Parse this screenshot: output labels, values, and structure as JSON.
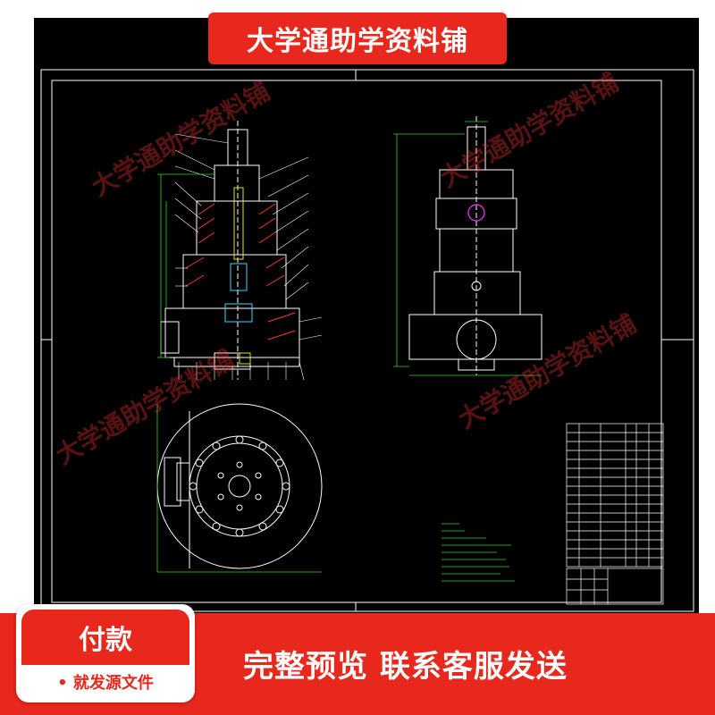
{
  "banner": {
    "title": "大学通助学资料铺"
  },
  "watermark": {
    "text": "大学通助学资料铺"
  },
  "pay_card": {
    "title": "付款",
    "subtitle": "• 就发源文件"
  },
  "slogan": {
    "text": "完整预览  联系客服发送"
  },
  "colors": {
    "brand_red": "#e8281c",
    "cad_background": "#000000",
    "cad_green": "#22dd22",
    "cad_white": "#ffffff",
    "cad_yellow": "#e6e600",
    "cad_magenta": "#ff33ff"
  }
}
